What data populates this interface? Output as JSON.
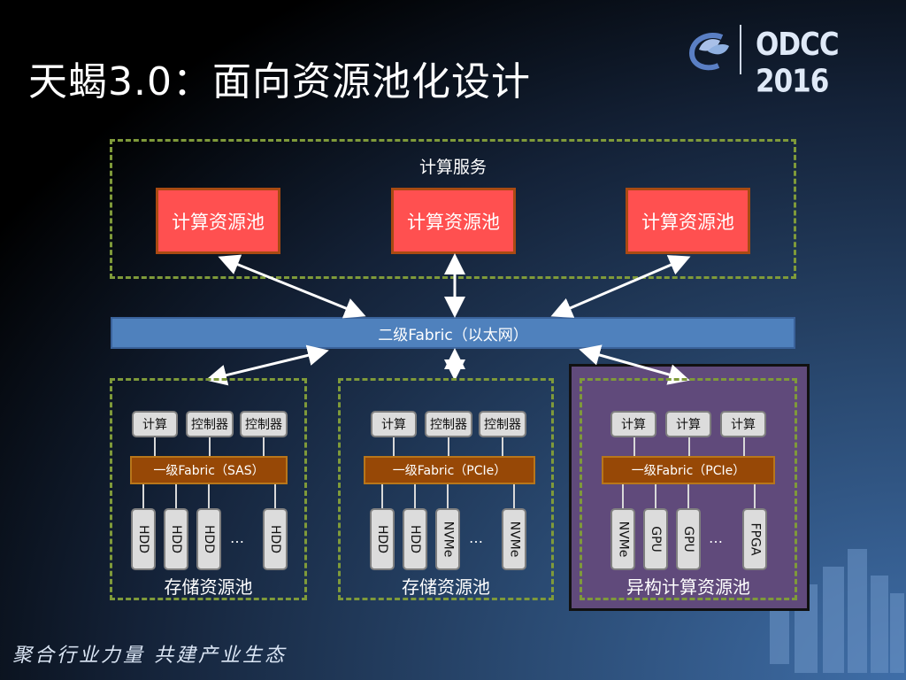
{
  "slide": {
    "title": "天蝎3.0：面向资源池化设计",
    "logo_text": "ODCC 2016",
    "slogan": "聚合行业力量  共建产业生态",
    "colors": {
      "compute_pool_fill": "#ff5050",
      "fabric_ethernet_fill": "#4f81bd",
      "fabric_l1_fill": "#974806",
      "heterogeneous_bg": "#604a7b",
      "dashed_border": "#7f9a3a",
      "chip_fill": "#dcdcdc"
    }
  },
  "compute_service": {
    "label": "计算服务",
    "pools": [
      {
        "label": "计算资源池"
      },
      {
        "label": "计算资源池"
      },
      {
        "label": "计算资源池"
      }
    ]
  },
  "fabric_l2": {
    "label": "二级Fabric（以太网）"
  },
  "pools": [
    {
      "label": "存储资源池",
      "nodes": [
        "计算",
        "控制器",
        "控制器"
      ],
      "fabric": "一级Fabric（SAS）",
      "devices": [
        "HDD",
        "HDD",
        "HDD",
        "HDD"
      ],
      "ellipsis": "…"
    },
    {
      "label": "存储资源池",
      "nodes": [
        "计算",
        "控制器",
        "控制器"
      ],
      "fabric": "一级Fabric（PCIe）",
      "devices": [
        "HDD",
        "HDD",
        "NVMe",
        "NVMe"
      ],
      "ellipsis": "…"
    },
    {
      "label": "异构计算资源池",
      "nodes": [
        "计算",
        "计算",
        "计算"
      ],
      "fabric": "一级Fabric（PCIe）",
      "devices": [
        "NVMe",
        "GPU",
        "GPU",
        "FPGA"
      ],
      "ellipsis": "…"
    }
  ]
}
